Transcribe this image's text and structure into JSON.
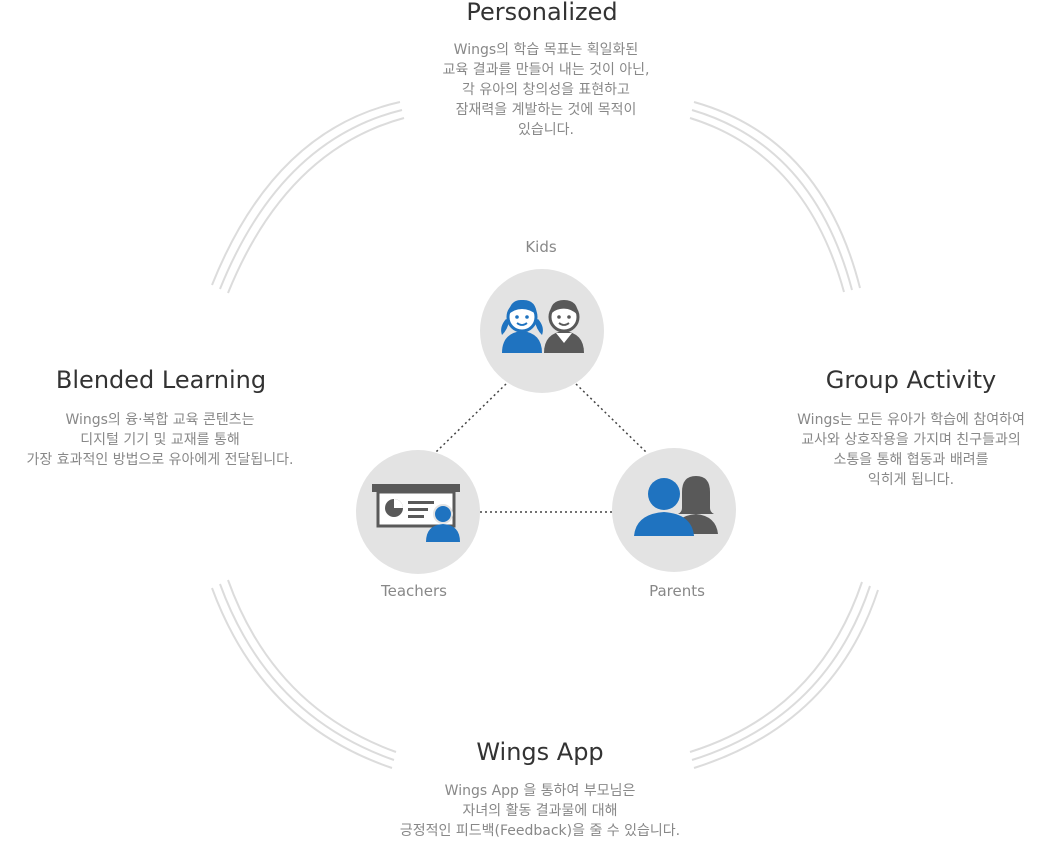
{
  "center": {
    "kids_label": "Kids",
    "teachers_label": "Teachers",
    "parents_label": "Parents"
  },
  "sections": {
    "personalized": {
      "title": "Personalized",
      "lines": [
        "Wings의 학습 목표는 획일화된",
        "교육 결과를 만들어 내는 것이 아닌,",
        "각 유아의 창의성을 표현하고",
        "잠재력을 계발하는 것에 목적이",
        "있습니다."
      ]
    },
    "blended": {
      "title": "Blended Learning",
      "lines": [
        "Wings의 융·복합 교육 콘텐츠는",
        "디지털 기기 및 교재를 통해",
        "가장 효과적인 방법으로 유아에게 전달됩니다."
      ]
    },
    "group": {
      "title": "Group Activity",
      "lines": [
        "Wings는 모든 유아가 학습에 참여하여",
        "교사와 상호작용을 가지며 친구들과의",
        "소통을 통해 협동과 배려를",
        "익히게 됩니다."
      ]
    },
    "app": {
      "title": "Wings App",
      "lines": [
        "Wings App 을 통하여 부모님은",
        "자녀의 활동 결과물에 대해",
        "긍정적인 피드백(Feedback)을 줄 수 있습니다."
      ]
    }
  },
  "colors": {
    "accent": "#1f73c0",
    "dark": "#595959",
    "circle": "#e3e3e3",
    "arc": "#dcdcdc"
  }
}
